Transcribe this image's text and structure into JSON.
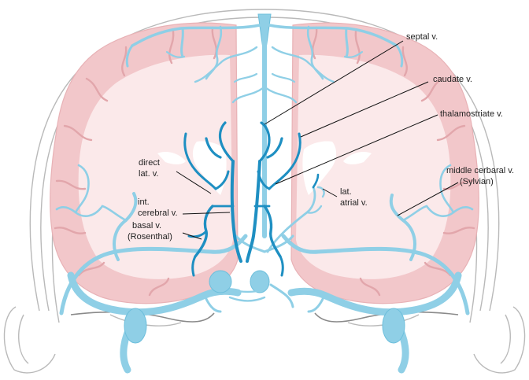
{
  "labels": {
    "septal": "septal v.",
    "caudate": "caudate v.",
    "thalamostriate": "thalamostriate v.",
    "middle_cerebral_line1": "middle cerbaral v.",
    "middle_cerebral_line2": "(Sylvian)",
    "direct_lat_line1": "direct",
    "direct_lat_line2": "lat. v.",
    "int_cerebral_line1": "int.",
    "int_cerebral_line2": "cerebral v.",
    "basal_line1": "basal v.",
    "basal_line2": "(Rosenthal)",
    "lat_atrial_line1": "lat.",
    "lat_atrial_line2": "atrial v."
  },
  "colors": {
    "cortex": "#f2c7ca",
    "vein_light": "#8fcfe6",
    "vein_dark": "#1e8fc2",
    "skull": "#b9b9b9"
  }
}
